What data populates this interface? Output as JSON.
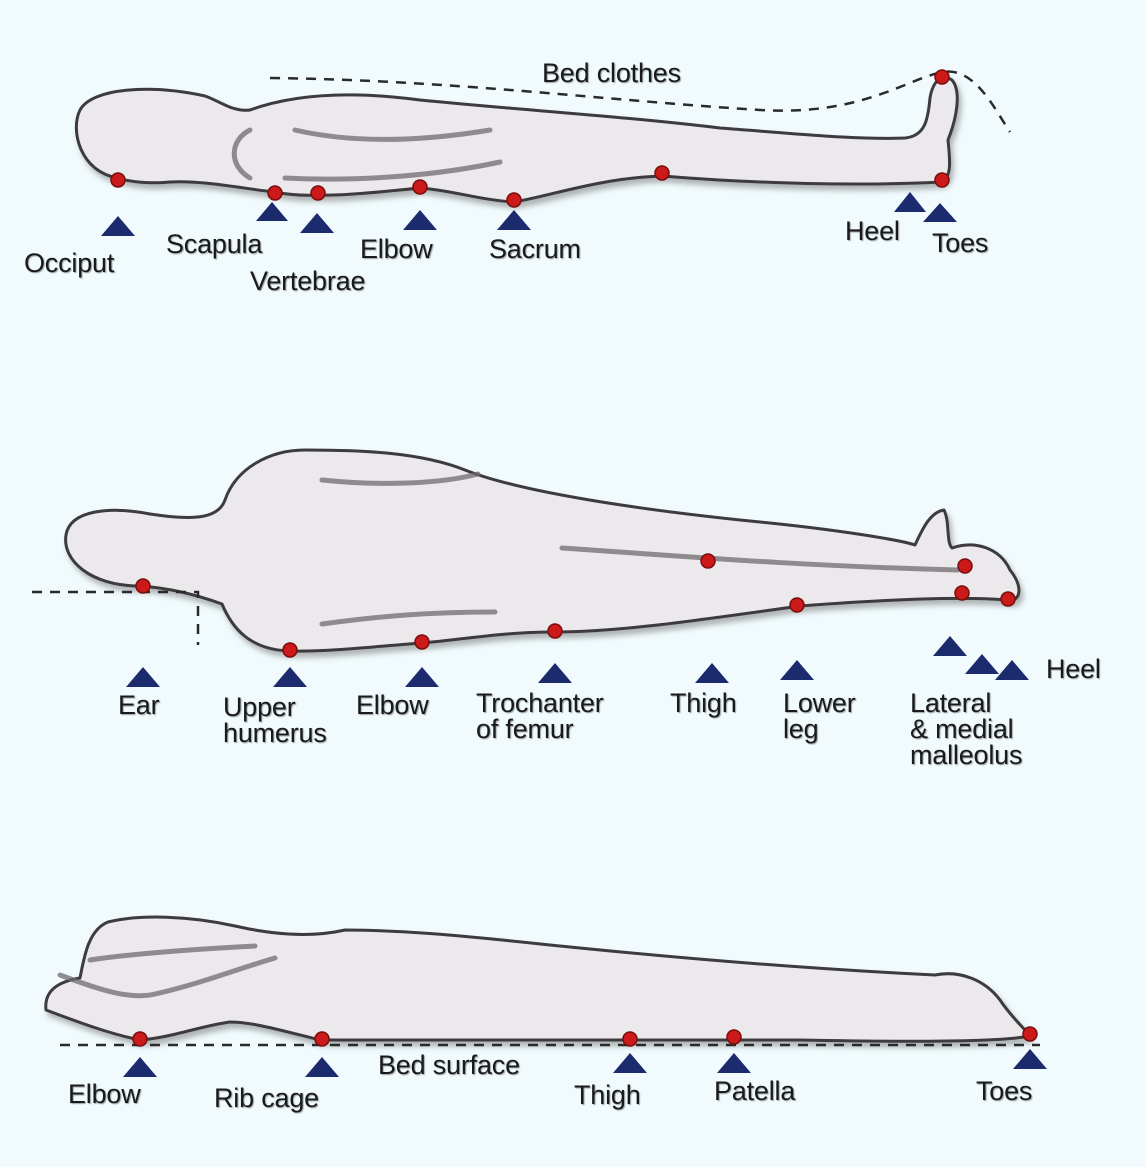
{
  "colors": {
    "background": "#f1fbfd",
    "body_fill": "#ece9ec",
    "body_outline": "#3c3a3d",
    "pressure_point": "#cc1a1a",
    "marker": "#1c2a6e",
    "text": "#1a1a1a"
  },
  "icons": {
    "pressure_point": "red-dot-icon",
    "marker": "blue-triangle-icon"
  },
  "panels": [
    {
      "name": "supine",
      "labels": {
        "bed_clothes": "Bed clothes",
        "occiput": "Occiput",
        "scapula": "Scapula",
        "vertebrae": "Vertebrae",
        "elbow": "Elbow",
        "sacrum": "Sacrum",
        "heel": "Heel",
        "toes": "Toes"
      }
    },
    {
      "name": "lateral",
      "labels": {
        "ear": "Ear",
        "upper_humerus": "Upper\nhumerus",
        "elbow": "Elbow",
        "trochanter": "Trochanter\nof femur",
        "thigh": "Thigh",
        "lower_leg": "Lower\nleg",
        "malleolus": "Lateral\n& medial\nmalleolus",
        "heel": "Heel"
      }
    },
    {
      "name": "prone",
      "labels": {
        "elbow": "Elbow",
        "rib_cage": "Rib cage",
        "bed_surface": "Bed surface",
        "thigh": "Thigh",
        "patella": "Patella",
        "toes": "Toes"
      }
    }
  ]
}
